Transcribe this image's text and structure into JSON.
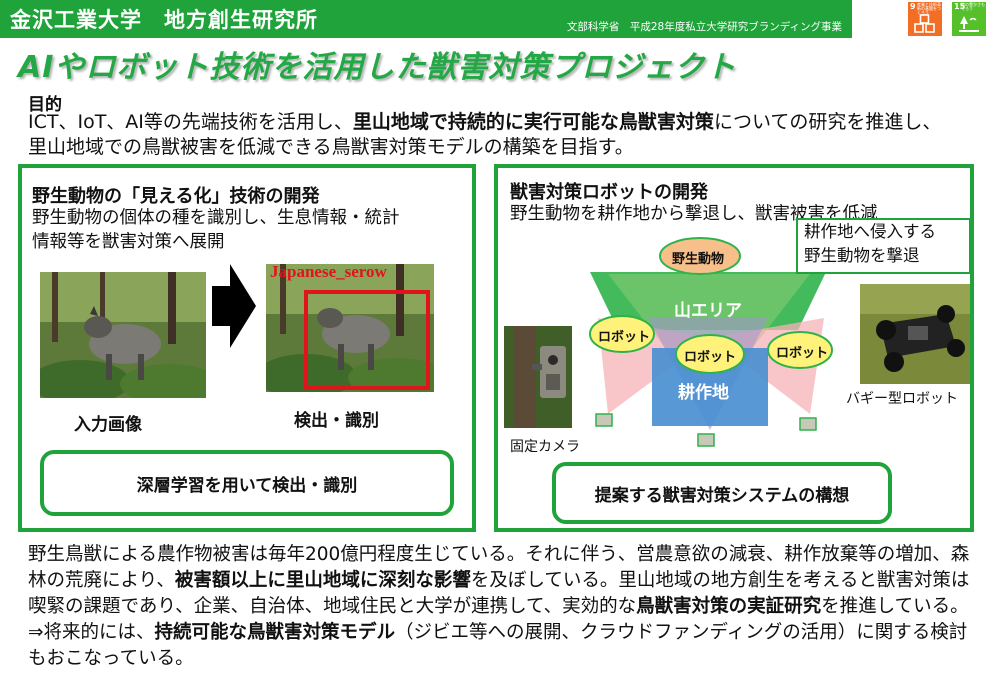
{
  "header": {
    "title": "金沢工業大学　地方創生研究所",
    "subtitle": "文部科学省　平成28年度私立大学研究ブランディング事業"
  },
  "sdgs": [
    {
      "number": "9",
      "text": "産業と技術革新の基盤をつくろう",
      "color": "#f36d25"
    },
    {
      "number": "15",
      "text": "陸の豊かさも守ろう",
      "color": "#56c02b"
    }
  ],
  "main_title": "AIやロボット技術を活用した獣害対策プロジェクト",
  "purpose": {
    "heading": "目的",
    "text_1": "ICT、IoT、AI等の先端技術を活用し、",
    "text_bold": "里山地域で持続的に実行可能な鳥獣害対策",
    "text_2": "についての研究を推進し、里山地域での鳥獣被害を低減できる鳥獣害対策モデルの構築を目指す。"
  },
  "left_panel": {
    "heading": "野生動物の「見える化」技術の開発",
    "line_1": "野生動物の個体の種を識別し、生息情報・統計",
    "line_2": "情報等を獣害対策へ展開",
    "input_label": "入力画像",
    "output_label": "検出・識別",
    "detection_class": "Japanese_serow",
    "pill": "深層学習を用いて検出・識別"
  },
  "right_panel": {
    "heading": "獣害対策ロボットの開発",
    "line_1": "野生動物を耕作地から撃退し、獣害被害を低減",
    "callout_1": "耕作地へ侵入する",
    "callout_2": "野生動物を撃退",
    "animal_label": "野生動物",
    "mountain_label": "山エリア",
    "farm_label": "耕作地",
    "robot_label": "ロボット",
    "camera_label": "固定カメラ",
    "buggy_label": "バギー型ロボット",
    "pill": "提案する獣害対策システムの構想"
  },
  "bottom": {
    "s1": "野生鳥獣による農作物被害は毎年200億円程度生じている。それに伴う、営農意欲の減衰、耕作放棄等の増加、森林の荒廃により、",
    "b1": "被害額以上に里山地域に深刻な影響",
    "s2": "を及ぼしている。里山地域の地方創生を考えると獣害対策は喫緊の課題であり、企業、自治体、地域住民と大学が連携して、実効的な",
    "b2": "鳥獣害対策の実証研究",
    "s3": "を推進している。",
    "s4": "⇒将来的には、",
    "b3": "持続可能な鳥獣害対策モデル",
    "s5": "（ジビエ等への展開、クラウドファンディングの活用）に関する検討もおこなっている。"
  },
  "colors": {
    "brand_green": "#1fa33a",
    "title_green": "#24a845",
    "detection_red": "#e0141b",
    "farm_blue": "#4a8fd0",
    "animal_orange": "#f7c08a",
    "robot_yellow": "#fff27a"
  }
}
